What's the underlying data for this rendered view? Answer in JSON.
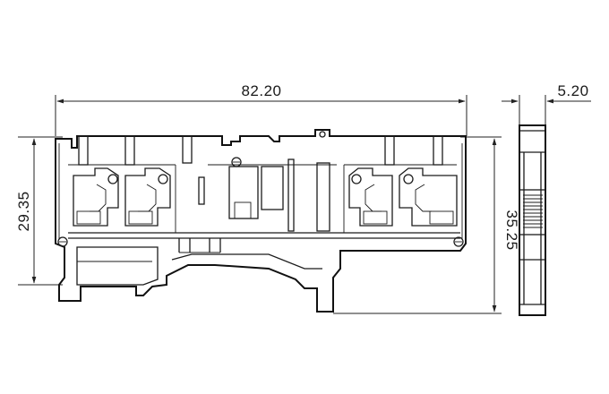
{
  "dimensions": {
    "width": "82.20",
    "left_height": "29.35",
    "right_height": "35.25",
    "side_width": "5.20"
  }
}
